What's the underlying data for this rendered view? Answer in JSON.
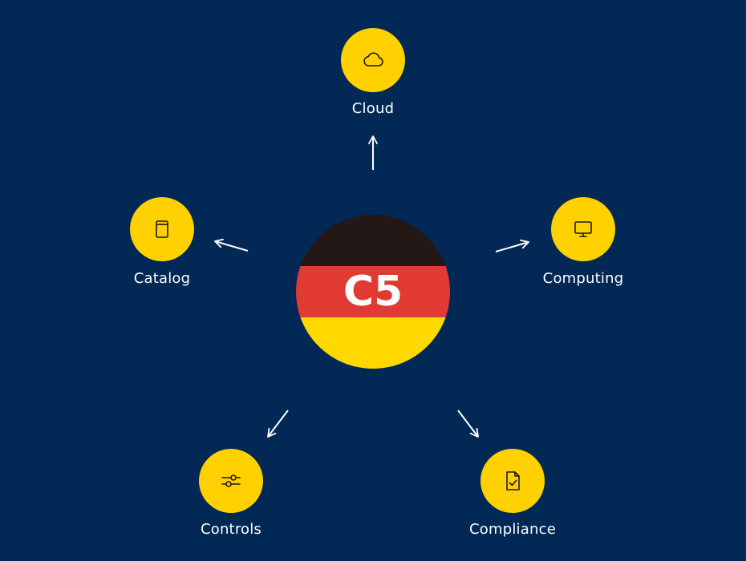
{
  "center": {
    "label": "C5",
    "flag_colors": [
      "#231815",
      "#E03A33",
      "#FFD800"
    ]
  },
  "nodes": [
    {
      "id": "cloud",
      "label": "Cloud",
      "icon": "cloud-icon"
    },
    {
      "id": "catalog",
      "label": "Catalog",
      "icon": "book-icon"
    },
    {
      "id": "computing",
      "label": "Computing",
      "icon": "monitor-icon"
    },
    {
      "id": "controls",
      "label": "Controls",
      "icon": "sliders-icon"
    },
    {
      "id": "compliance",
      "label": "Compliance",
      "icon": "document-check-icon"
    }
  ],
  "colors": {
    "background": "#022856",
    "node": "#FFD100",
    "arrow": "#FFFFFF",
    "icon_stroke": "#1A1A1A"
  }
}
